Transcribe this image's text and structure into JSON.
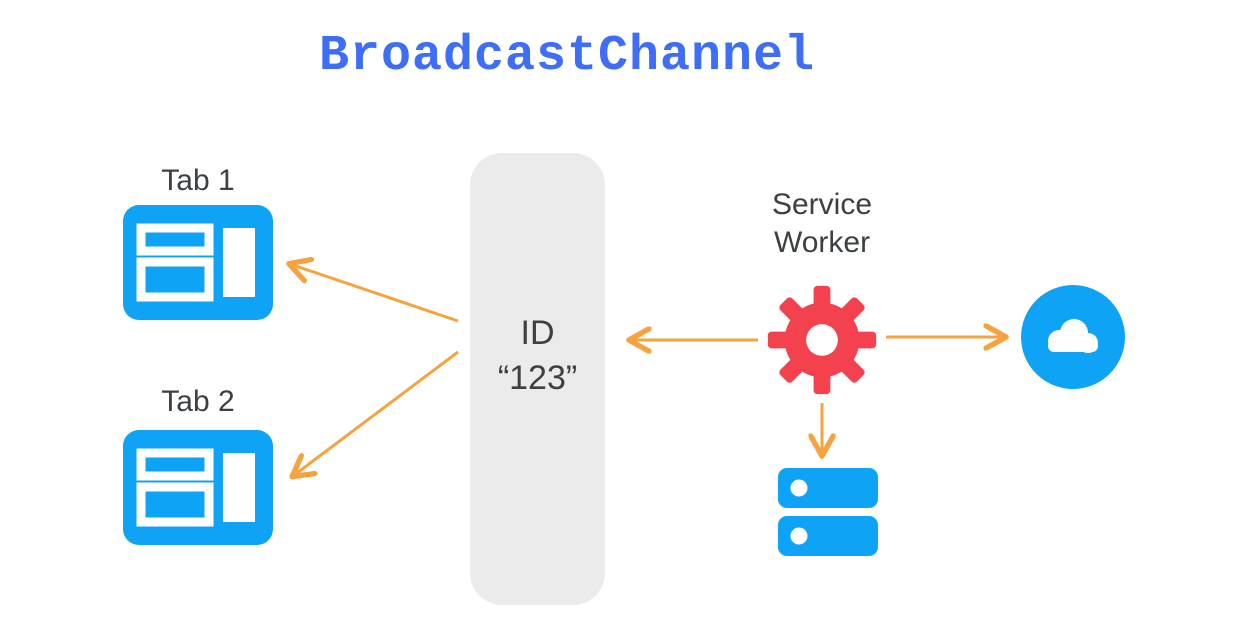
{
  "title": "BroadcastChannel",
  "colors": {
    "title_blue": "#3E6DF6",
    "icon_blue": "#0FA3F6",
    "gear_red": "#F3424E",
    "arrow_orange": "#F6A33F",
    "pill_gray": "#EBEBEB",
    "text_dark": "#3C4043"
  },
  "nodes": {
    "tab1": {
      "label": "Tab 1",
      "icon": "browser-window-icon"
    },
    "tab2": {
      "label": "Tab 2",
      "icon": "browser-window-icon"
    },
    "channel": {
      "line1": "ID",
      "line2": "“123”"
    },
    "service_worker": {
      "label": "Service Worker",
      "icon": "gear-icon"
    },
    "cloud": {
      "icon": "cloud-icon"
    },
    "storage": {
      "icon": "server-icon"
    }
  },
  "arrows": [
    {
      "from": "channel",
      "to": "tab1"
    },
    {
      "from": "channel",
      "to": "tab2"
    },
    {
      "from": "service_worker",
      "to": "channel"
    },
    {
      "from": "service_worker",
      "to": "cloud"
    },
    {
      "from": "service_worker",
      "to": "storage"
    }
  ]
}
